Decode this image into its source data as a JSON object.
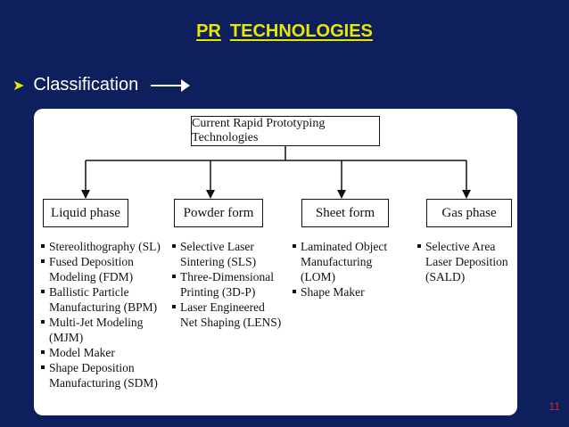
{
  "header": {
    "title_part1": "PR",
    "title_part2": "TECHNOLOGIES",
    "title_color": "#e8e800"
  },
  "bullet": {
    "icon": "arrowhead-bullet-icon",
    "text": "Classification",
    "trailing_icon": "long-right-arrow-icon"
  },
  "diagram": {
    "root": "Current Rapid Prototyping Technologies",
    "categories": [
      {
        "label": "Liquid phase",
        "items": [
          "Stereolithography (SL)",
          "Fused Deposition Modeling (FDM)",
          "Ballistic Particle Manufacturing (BPM)",
          "Multi-Jet Modeling (MJM)",
          "Model Maker",
          "Shape Deposition Manufacturing (SDM)"
        ]
      },
      {
        "label": "Powder form",
        "items": [
          "Selective Laser Sintering (SLS)",
          "Three-Dimensional Printing (3D-P)",
          "Laser Engineered Net Shaping (LENS)"
        ]
      },
      {
        "label": "Sheet form",
        "items": [
          "Laminated Object Manufacturing (LOM)",
          "Shape Maker"
        ]
      },
      {
        "label": "Gas phase",
        "items": [
          "Selective Area Laser Deposition (SALD)"
        ]
      }
    ]
  },
  "footer": {
    "page_number": "11",
    "page_number_color": "#cc2a2a"
  },
  "theme": {
    "background": "#0d1f5c",
    "panel": "#ffffff"
  }
}
